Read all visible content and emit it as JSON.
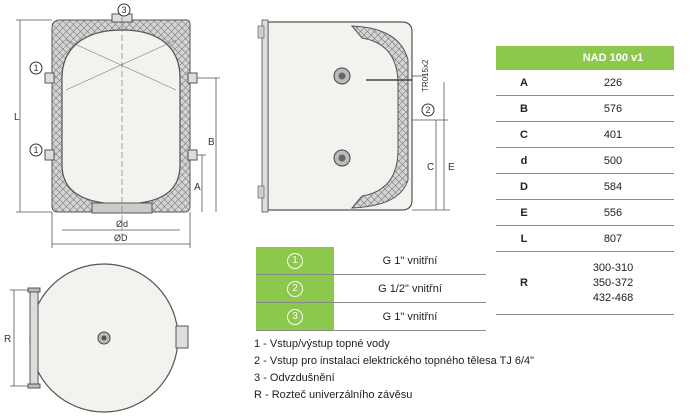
{
  "drawing": {
    "markers": [
      "1",
      "2",
      "3"
    ],
    "dims": {
      "L": "L",
      "B": "B",
      "A": "A",
      "R": "R",
      "C": "C",
      "E": "E",
      "d": "Ød",
      "D": "ØD",
      "probe": "TR015x2"
    }
  },
  "spec_table": {
    "header": "NAD 100 v1",
    "rows": [
      {
        "key": "A",
        "value": "226"
      },
      {
        "key": "B",
        "value": "576"
      },
      {
        "key": "C",
        "value": "401"
      },
      {
        "key": "d",
        "value": "500"
      },
      {
        "key": "D",
        "value": "584"
      },
      {
        "key": "E",
        "value": "556"
      },
      {
        "key": "L",
        "value": "807"
      }
    ],
    "r_row": {
      "key": "R",
      "values": [
        "300-310",
        "350-372",
        "432-468"
      ]
    }
  },
  "connections": [
    {
      "num": "1",
      "text": "G 1\" vnitřní"
    },
    {
      "num": "2",
      "text": "G 1/2\" vnitřní"
    },
    {
      "num": "3",
      "text": "G 1\" vnitřní"
    }
  ],
  "legend": [
    "1 -   Vstup/výstup topné vody",
    "2 -   Vstup pro instalaci elektrického topného tělesa TJ 6/4\"",
    "3 -   Odvzdušnění",
    "R - Rozteč univerzálního závěsu"
  ]
}
